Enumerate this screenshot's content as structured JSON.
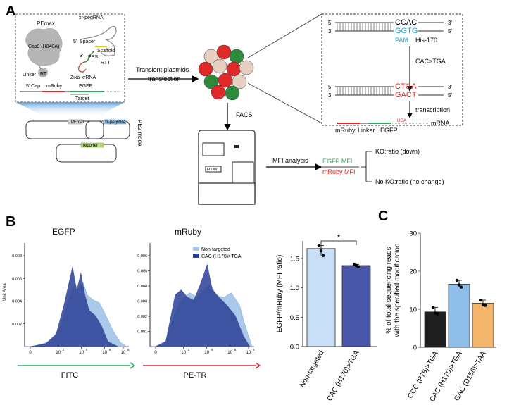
{
  "panels": {
    "a": "A",
    "b": "B",
    "c": "C"
  },
  "construct": {
    "pemax": "PEmax",
    "cas9": "Cas9 (H840A)",
    "rt": "RT",
    "linker": "Linker",
    "xr_pegrna": "xr-pegRNA",
    "spacer": "Spacer",
    "scaffold": "Scaffold",
    "pbs": "PBS",
    "rtt": "RTT",
    "zika": "Zika-xrRNA",
    "five_prime": "5'",
    "three_prime": "3'",
    "cap": "5' Cap",
    "mruby": "mRuby",
    "egfp": "EGFP",
    "target": "Target"
  },
  "plasmids": {
    "pemax": "PEmax",
    "xr_pegrna": "xr-pegRNA",
    "reporter": "reporter",
    "mode": "PE2 mode"
  },
  "flow": {
    "transfection": "Transient plasmids\ntransfection",
    "facs": "FACS",
    "mfi_analysis": "MFI analysis",
    "egfp_mfi": "EGFP MFI",
    "mruby_mfi": "mRuby MFI",
    "ko_down": "KO:ratio (down)",
    "no_ko": "No KO:ratio (no change)",
    "machine_label": "FLOW"
  },
  "dna": {
    "top_seq_orig": "CCAC",
    "bot_seq_orig": "GGTG",
    "pam": "PAM",
    "his": "His-170",
    "edit": "CAC>TGA",
    "top_seq_edit": "CTGA",
    "bot_seq_edit": "GACT",
    "transcription": "transcription",
    "mrna": "mRNA",
    "mruby": "mRuby",
    "linker": "Linker",
    "egfp": "EGFP",
    "stop": "UGA",
    "five": "5'",
    "three": "3'"
  },
  "histograms": {
    "egfp_title": "EGFP",
    "mruby_title": "mRuby",
    "egfp_x": "FITC",
    "mruby_x": "PE-TR",
    "ylabel": "Unit Area",
    "legend": [
      "Non-targeted",
      "CAC (H170)>TGA"
    ],
    "egfp_yticks": [
      "0.008",
      "0.006",
      "0.004",
      "0.002"
    ],
    "mruby_yticks": [
      "0.006",
      "0.005",
      "0.004",
      "0.003",
      "0.002",
      "0.001"
    ],
    "xticks": [
      "0",
      "10",
      "10",
      "10",
      "10"
    ],
    "xexps": [
      "",
      "2",
      "4",
      "6",
      "6"
    ],
    "colors": {
      "light": "#a9c8ea",
      "dark": "#2b3f96",
      "green": "#2eaa5c",
      "red": "#e0262b"
    }
  },
  "chart_data": [
    {
      "type": "bar",
      "categories": [
        "Non-targeted",
        "CAC (H170)>TGA"
      ],
      "values": [
        1.67,
        1.38
      ],
      "points": [
        [
          1.72,
          1.63,
          1.55
        ],
        [
          1.4,
          1.38,
          1.36
        ]
      ],
      "ylabel": "EGFP/mRuby (MFI ratio)",
      "yticks": [
        "0.0",
        "0.5",
        "1.0",
        "1.5"
      ],
      "ylim": [
        0,
        1.8
      ],
      "significance": "*",
      "colors": [
        "#c9dff5",
        "#4a57a8"
      ]
    },
    {
      "type": "bar",
      "categories": [
        "CCC (P76)>TGA",
        "CAC (H170)>TGA",
        "GAC (D156)>TAA"
      ],
      "values": [
        9.3,
        16.6,
        11.6
      ],
      "points": [
        [
          10.5,
          9.0,
          8.8
        ],
        [
          17.6,
          16.4,
          15.8
        ],
        [
          12.4,
          11.2,
          11.0
        ]
      ],
      "ylabel": "% of total sequencing reads\nwith the specified modification",
      "yticks": [
        "0",
        "10",
        "20",
        "30"
      ],
      "ylim": [
        0,
        30
      ],
      "colors": [
        "#1f1f1f",
        "#8fbfe8",
        "#f2b56a"
      ]
    }
  ]
}
